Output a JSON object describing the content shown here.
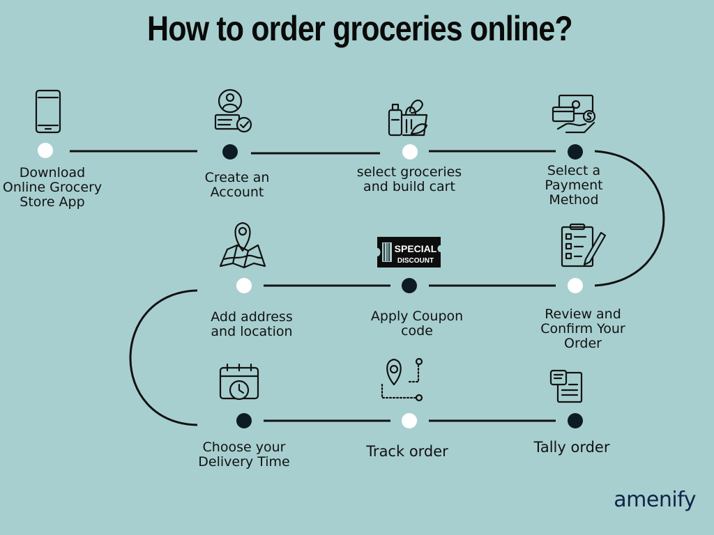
{
  "title": "How to order groceries online?",
  "brand": "amenify",
  "steps": [
    {
      "label": [
        "Download",
        "Online Grocery",
        "Store App"
      ],
      "icon": "smartphone-icon",
      "dot": "light"
    },
    {
      "label": [
        "Create an",
        "Account"
      ],
      "icon": "user-account-icon",
      "dot": "dark"
    },
    {
      "label": [
        "select groceries",
        "and build cart"
      ],
      "icon": "grocery-bag-icon",
      "dot": "light"
    },
    {
      "label": [
        "Select a",
        "Payment",
        "Method"
      ],
      "icon": "payment-icon",
      "dot": "dark"
    },
    {
      "label": [
        "Review and",
        "Confirm Your",
        "Order"
      ],
      "icon": "clipboard-checklist-icon",
      "dot": "light"
    },
    {
      "label": [
        "Apply Coupon",
        "code"
      ],
      "icon": "discount-ticket-icon",
      "dot": "dark"
    },
    {
      "label": [
        "Add address",
        "and location"
      ],
      "icon": "map-pin-icon",
      "dot": "light"
    },
    {
      "label": [
        "Choose your",
        "Delivery Time"
      ],
      "icon": "calendar-clock-icon",
      "dot": "dark"
    },
    {
      "label": [
        "Track order"
      ],
      "icon": "route-tracking-icon",
      "dot": "light"
    },
    {
      "label": [
        "Tally order"
      ],
      "icon": "receipt-icon",
      "dot": "dark"
    }
  ],
  "coupon_text": [
    "SPECIAL",
    "DISCOUNT"
  ],
  "colors": {
    "background": "#a8cfcf",
    "dark_dot": "#0d1b24",
    "light_dot": "#ffffff",
    "line": "#111111",
    "brand": "#10234a"
  }
}
